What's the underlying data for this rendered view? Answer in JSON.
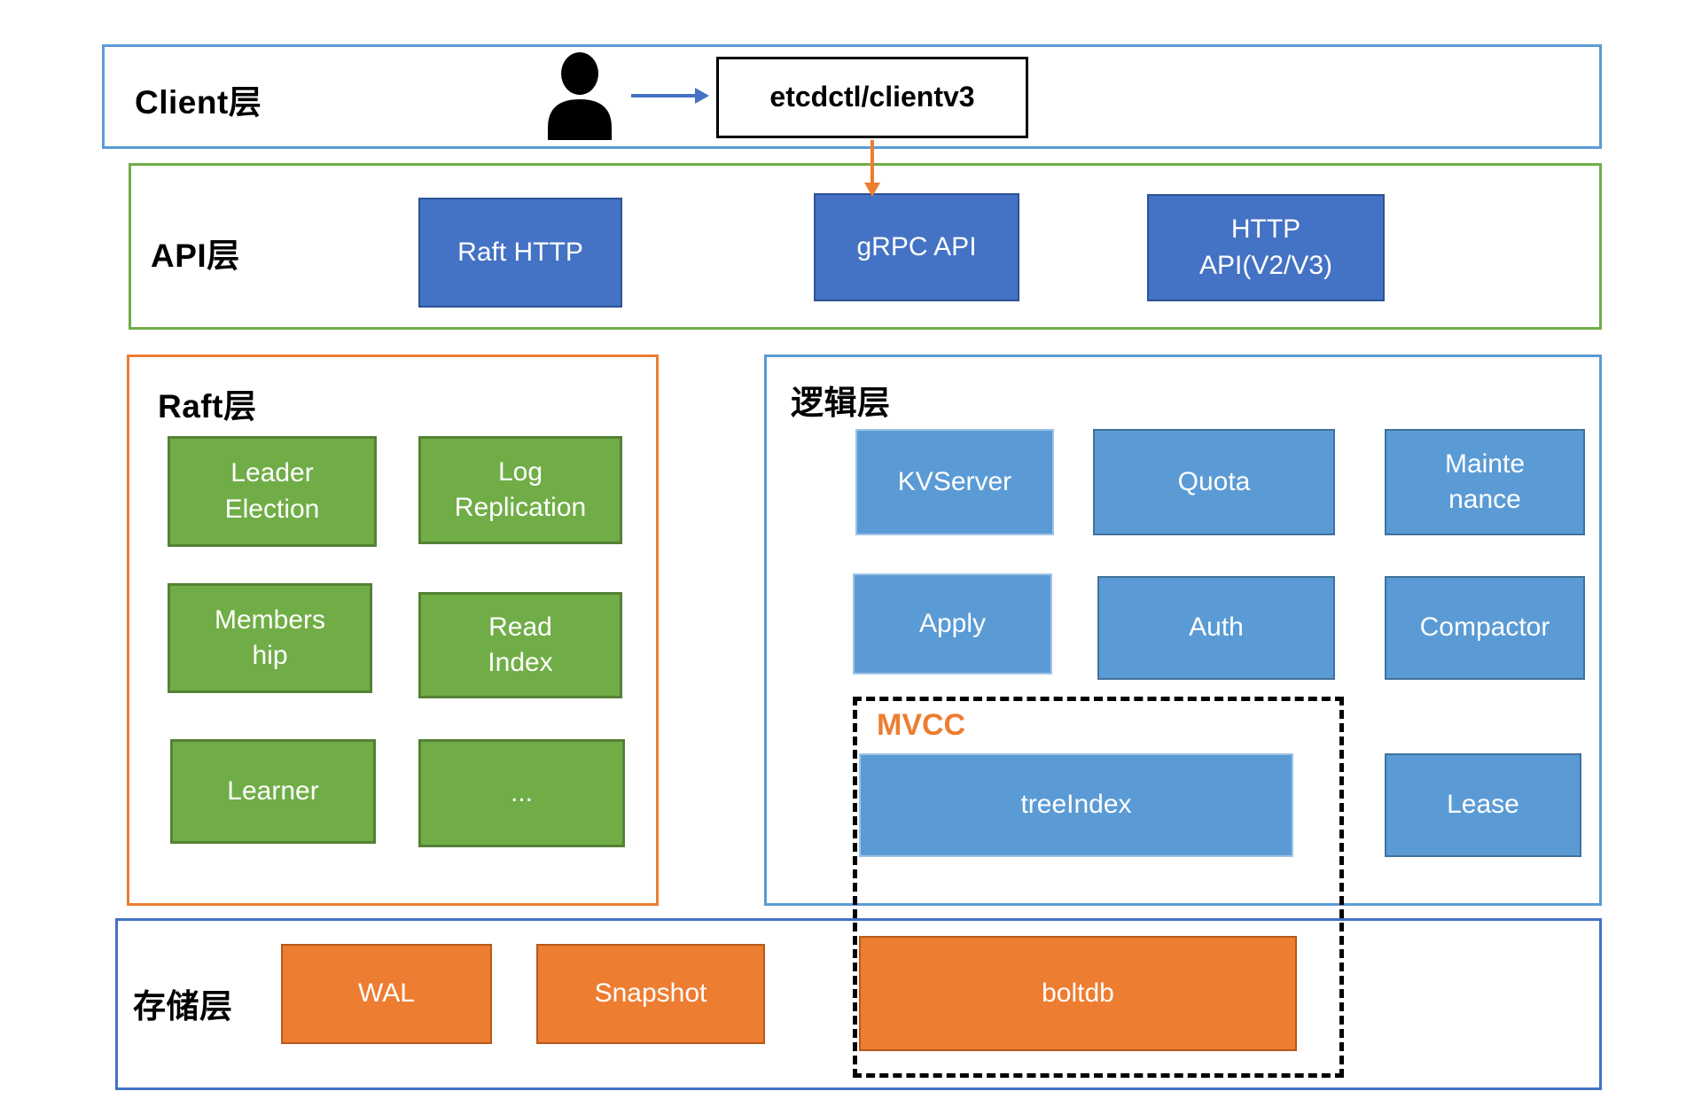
{
  "client": {
    "label": "Client层",
    "terminal_box": "etcdctl/clientv3"
  },
  "api": {
    "label": "API层",
    "boxes": [
      {
        "id": "raft-http",
        "lines": [
          "Raft HTTP"
        ]
      },
      {
        "id": "grpc-api",
        "lines": [
          "gRPC API"
        ]
      },
      {
        "id": "http-api",
        "lines": [
          "HTTP",
          "API(V2/V3)"
        ]
      }
    ]
  },
  "raft": {
    "label": "Raft层",
    "boxes": [
      {
        "id": "leader-election",
        "lines": [
          "Leader",
          "Election"
        ]
      },
      {
        "id": "log-replication",
        "lines": [
          "Log",
          "Replication"
        ]
      },
      {
        "id": "membership",
        "lines": [
          "Members",
          "hip"
        ]
      },
      {
        "id": "read-index",
        "lines": [
          "Read",
          "Index"
        ]
      },
      {
        "id": "learner",
        "lines": [
          "Learner"
        ]
      },
      {
        "id": "more",
        "lines": [
          "..."
        ]
      }
    ]
  },
  "logic": {
    "label": "逻辑层",
    "mvcc_label": "MVCC",
    "boxes": [
      {
        "id": "kvserver",
        "lines": [
          "KVServer"
        ]
      },
      {
        "id": "quota",
        "lines": [
          "Quota"
        ]
      },
      {
        "id": "maintenance",
        "lines": [
          "Mainte",
          "nance"
        ]
      },
      {
        "id": "apply",
        "lines": [
          "Apply"
        ]
      },
      {
        "id": "auth",
        "lines": [
          "Auth"
        ]
      },
      {
        "id": "compactor",
        "lines": [
          "Compactor"
        ]
      },
      {
        "id": "treeindex",
        "lines": [
          "treeIndex"
        ]
      },
      {
        "id": "lease",
        "lines": [
          "Lease"
        ]
      }
    ]
  },
  "storage": {
    "label": "存储层",
    "boxes": [
      {
        "id": "wal",
        "lines": [
          "WAL"
        ]
      },
      {
        "id": "snapshot",
        "lines": [
          "Snapshot"
        ]
      },
      {
        "id": "boltdb",
        "lines": [
          "boltdb"
        ]
      }
    ]
  },
  "icons": {
    "user": "person-icon",
    "client_flow": "arrow-right-icon",
    "api_flow": "arrow-down-icon"
  },
  "colors": {
    "client_border": "#5B9BD5",
    "api_border": "#70AD47",
    "raft_border": "#ED7D31",
    "logic_border": "#5B9BD5",
    "storage_border": "#4472C4",
    "dark_blue_box": "#4472C4",
    "light_blue_box": "#5B9BD5",
    "green_box": "#70AD47",
    "orange_box": "#ED7D31",
    "mvcc_text": "#ED7D31",
    "arrow_blue": "#4472C4",
    "arrow_orange": "#ED7D31"
  }
}
